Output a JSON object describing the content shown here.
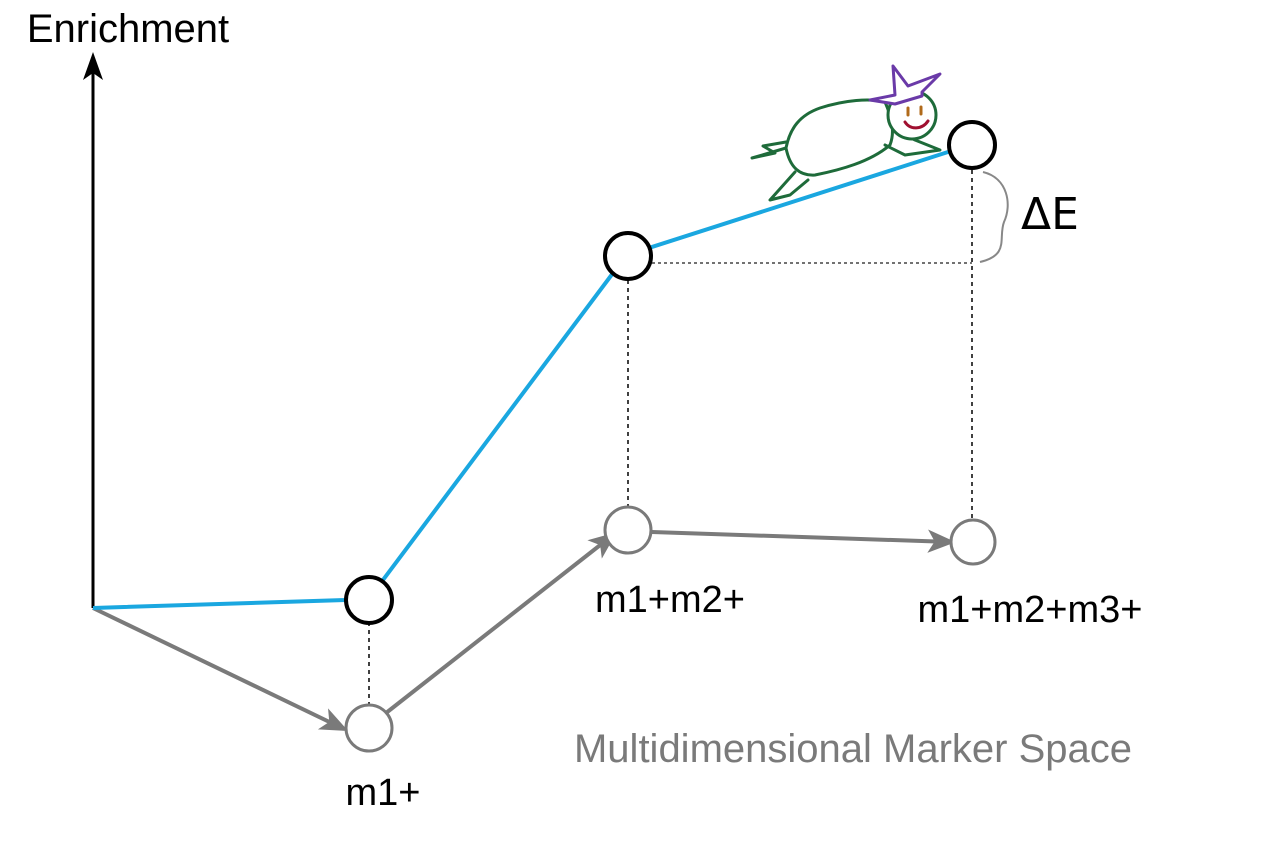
{
  "diagram": {
    "y_axis_label": "Enrichment",
    "space_label": "Multidimensional Marker Space",
    "delta_label": "ΔE",
    "markers": [
      {
        "id": "m1",
        "label": "m1+"
      },
      {
        "id": "m12",
        "label": "m1+m2+"
      },
      {
        "id": "m123",
        "label": "m1+m2+m3+"
      }
    ],
    "colors": {
      "enrichment_path": "#1aa7e0",
      "marker_path": "#7a7a7a",
      "axis": "#000000",
      "turtle_body": "#1e6b3a",
      "turtle_crown": "#6a3aa8",
      "turtle_mouth": "#a01030",
      "turtle_eye": "#b06a1a"
    },
    "mascot": "turtle-with-crown-icon"
  }
}
